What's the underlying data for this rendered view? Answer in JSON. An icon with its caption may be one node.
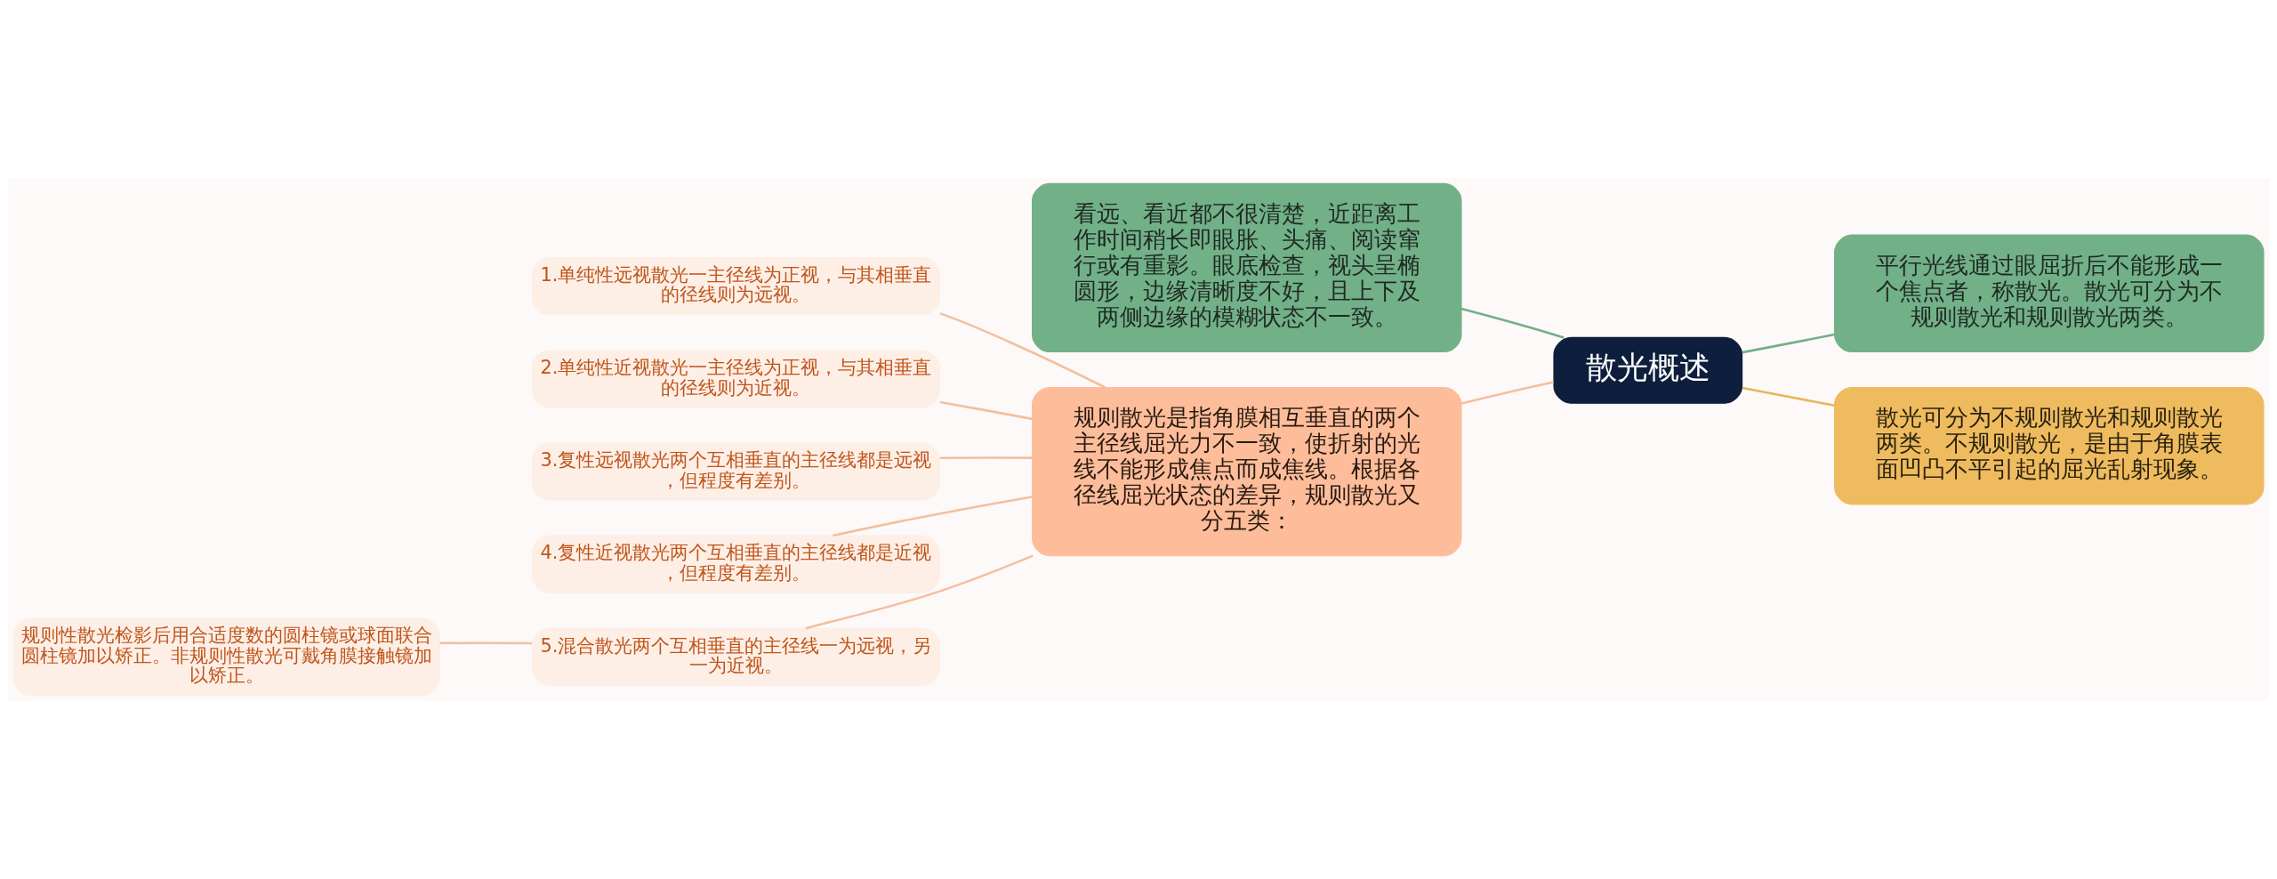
{
  "diagram": {
    "nodes": [
      {
        "text": [
          "散光概述"
        ]
      },
      {
        "text": [
          "看远、看近都不很清楚，近距离工作时间稍长即眼胀、头痛、阅读窜行或有重影。眼底检查，视头呈椭圆形，边缘清晰度不好，且上下及两侧边缘的模糊状态不一致。"
        ]
      },
      {
        "text": [
          "平行光线通过眼屈折后不能形成一个焦点者，称散光。散光可分为不规则散光和规则散光两类。"
        ]
      },
      {
        "text": [
          "散光可分为不规则散光和规则散光两类。不规则散光，是由于角膜表面凹凸不平引起的屈光乱射现象。"
        ]
      },
      {
        "text": [
          "规则散光是指角膜相互垂直的两个主径线屈光力不一致，使折射的光线不能形成焦点而成焦线。根据各径线屈光状态的差异，规则散光又分五类："
        ]
      },
      {
        "text": [
          "1.单纯性远视散光一主径线为正视，与其相垂直的径线则为远视。"
        ]
      },
      {
        "text": [
          "2.单纯性近视散光一主径线为正视，与其相垂直的径线则为近视。"
        ]
      },
      {
        "text": [
          "3.复性远视散光两个互相垂直的主径线都是远视，但程度有差别。"
        ]
      },
      {
        "text": [
          "4.复性近视散光两个互相垂直的主径线都是近视，但程度有差别。"
        ]
      },
      {
        "text": [
          "5.混合散光两个互相垂直的主径线一为远视，另一为近视。"
        ]
      },
      {
        "text": [
          "规则性散光检影后用合适度数的圆柱镜或球面联合圆柱镜加以矫正。非规则性散光可戴角膜接触镜加以矫正。"
        ]
      }
    ],
    "edges": [
      {
        "from": 0,
        "to": 1,
        "arrow": "none",
        "color": "#72b088"
      },
      {
        "from": 0,
        "to": 2,
        "arrow": "none",
        "color": "#72b088"
      },
      {
        "from": 0,
        "to": 3,
        "arrow": "none",
        "color": "#e8b65c"
      },
      {
        "from": 0,
        "to": 4,
        "arrow": "none"
      },
      {
        "from": 4,
        "to": 5,
        "arrow": "none"
      },
      {
        "from": 4,
        "to": 6,
        "arrow": "none"
      },
      {
        "from": 4,
        "to": 7,
        "arrow": "none"
      },
      {
        "from": 4,
        "to": 8,
        "arrow": "none"
      },
      {
        "from": 4,
        "to": 9,
        "arrow": "none"
      },
      {
        "from": 9,
        "to": 10,
        "arrow": "none"
      }
    ]
  }
}
